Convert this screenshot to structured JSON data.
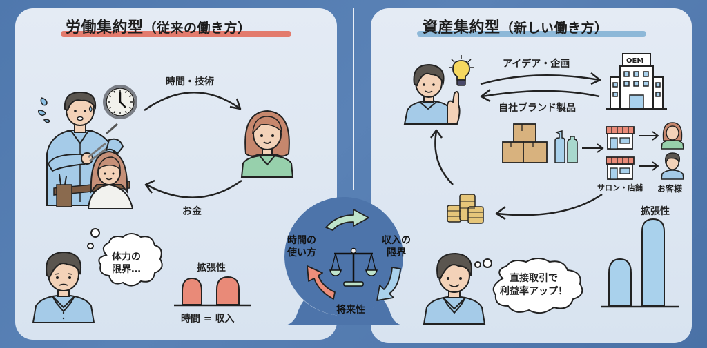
{
  "left": {
    "title": "労働集約型",
    "title_sub": "（従来の働き方）",
    "underline_color": "#e37b6d",
    "arrow_top_label": "時間・技術",
    "arrow_bottom_label": "お金",
    "thought_bubble": [
      "体力の",
      "限界…"
    ],
    "scalability_label": "拡張性",
    "formula": "時間 = 収入",
    "bar_color": "#e98a78",
    "icons": [
      "hairdresser-icon",
      "clock-icon",
      "sweat-icon",
      "customer-woman-icon",
      "worried-man-icon"
    ]
  },
  "right": {
    "title": "資産集約型",
    "title_sub": "（新しい働き方）",
    "underline_color": "#8db8d8",
    "arrow_top_label": "アイデア・企画",
    "arrow_bottom_label": "自社ブランド製品",
    "factory_label": "OEM",
    "store_label": "サロン・店舗",
    "customer_label": "お客様",
    "scalability_label": "拡張性",
    "thought_bubble": [
      "直接取引で",
      "利益率アップ！"
    ],
    "bar_color": "#a9d1ec",
    "icons": [
      "idea-man-icon",
      "lightbulb-icon",
      "factory-icon",
      "boxes-icon",
      "bottles-icon",
      "store-icon",
      "customer-icon",
      "coins-icon",
      "happy-man-icon"
    ]
  },
  "center": {
    "items": [
      "時間の\n使い方",
      "収入の\n限界",
      "将来性"
    ],
    "line1a": "時間の",
    "line1b": "使い方",
    "line2a": "収入の",
    "line2b": "限界",
    "line3": "将来性",
    "icon": "balance-scale-icon",
    "circle_color": "#4d74aa"
  }
}
